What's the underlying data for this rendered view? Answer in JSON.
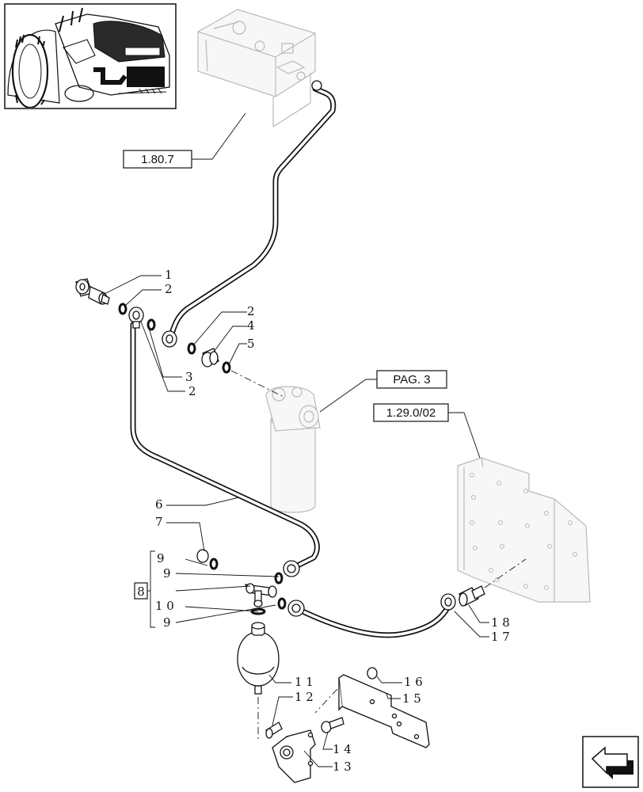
{
  "references": {
    "r1": "1.80.7",
    "r2": "PAG. 3",
    "r3": "1.29.0/02"
  },
  "bracket_label": "8",
  "callouts": {
    "c1": "1",
    "c2a": "2",
    "c2b": "2",
    "c3": "3",
    "c2c": "2",
    "c4": "4",
    "c5": "5",
    "c6": "6",
    "c7": "7",
    "c9a": "9",
    "c9b": "9",
    "c10": "1 0",
    "c9c": "9",
    "c11": "1 1",
    "c12": "1 2",
    "c13": "1 3",
    "c14": "1 4",
    "c15": "1 5",
    "c16": "1 6",
    "c17": "1 7",
    "c18": "1 8"
  },
  "icons": {
    "thumbnail": "tractor-location-thumbnail",
    "nav": "arrow-navigation-icon"
  }
}
